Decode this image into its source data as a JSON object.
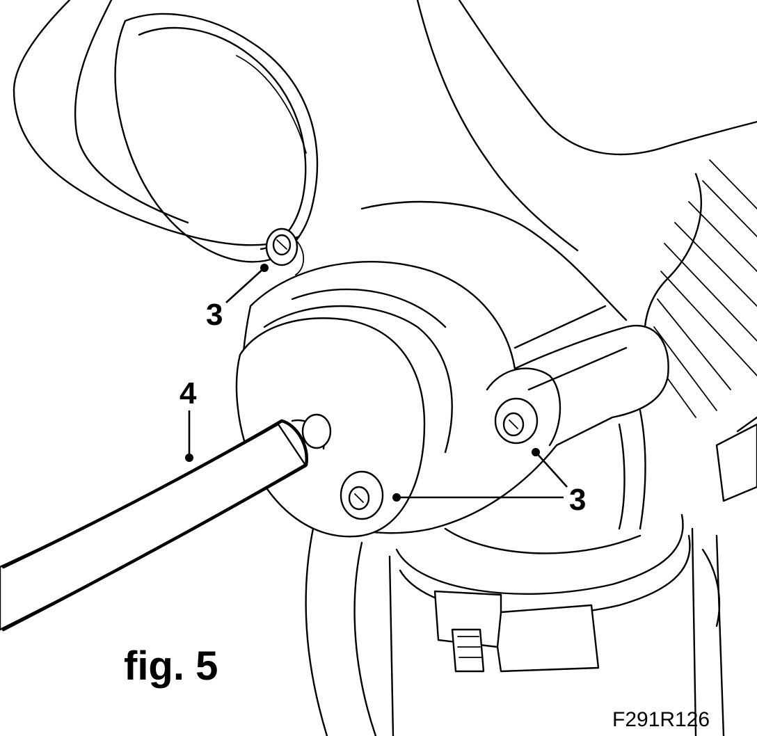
{
  "figure": {
    "label": "fig. 5",
    "code": "F291R126"
  },
  "callouts": {
    "c3_top": "3",
    "c3_bottom": "3",
    "c4": "4"
  }
}
